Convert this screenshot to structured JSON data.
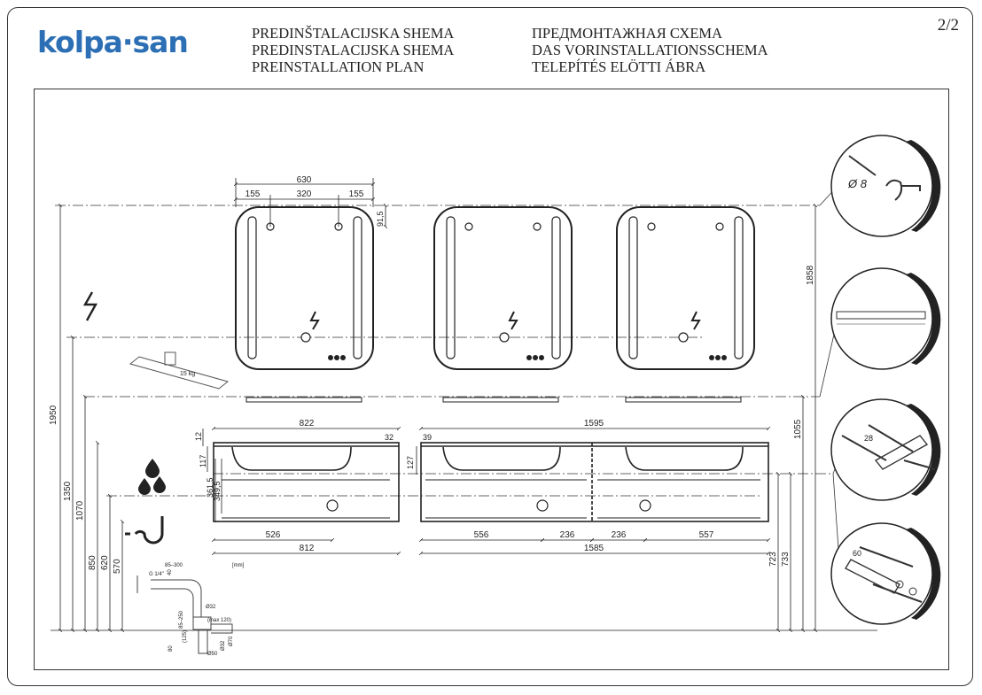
{
  "header": {
    "logo": "kolpa·san",
    "col1": [
      "PREDINŠTALACIJSKA SHEMA",
      "PREDINSTALACIJSKA SHEMA",
      "PREINSTALLATION PLAN"
    ],
    "col2": [
      "ПРЕДМОНТАЖНАЯ СХЕМА",
      "DAS VORINSTALLATIONSSCHEMA",
      "TELEPÍTÉS ELÖTTI ÁBRA"
    ],
    "page": "2/2"
  },
  "mirror_dims": {
    "width": "630",
    "left": "155",
    "mid": "320",
    "right": "155",
    "top": "91,5"
  },
  "vanity_dims": {
    "top_left": "822",
    "top_right": "1595",
    "gap_a": "32",
    "gap_b": "39",
    "h12": "12",
    "h117": "117",
    "h127": "127",
    "h3615": "361,5",
    "h3495": "349,5",
    "b526": "526",
    "b812": "812",
    "b556": "556",
    "b236a": "236",
    "b236b": "236",
    "b557": "557",
    "b1585": "1585"
  },
  "heights": {
    "h1950": "1950",
    "h1350": "1350",
    "h1070": "1070",
    "h850": "850",
    "h620": "620",
    "h570": "570",
    "h1858": "1858",
    "h1055": "1055",
    "h723": "723",
    "h733": "733"
  },
  "siphon": {
    "g114": "G 1/4\"",
    "d85": "85–300",
    "d40": "40",
    "d85b": "85–250",
    "d32a": "Ø32",
    "dmax": "(max 120)",
    "d80": "80",
    "d125": "(125)",
    "d32b": "Ø32",
    "d70": "Ø70",
    "d50": "Ø50",
    "unit": "[mm]"
  },
  "details": {
    "d8": "Ø 8",
    "w28": "28",
    "w60": "60",
    "load": "15 kg"
  },
  "colors": {
    "brand": "#2d6fb5",
    "line": "#333333"
  }
}
